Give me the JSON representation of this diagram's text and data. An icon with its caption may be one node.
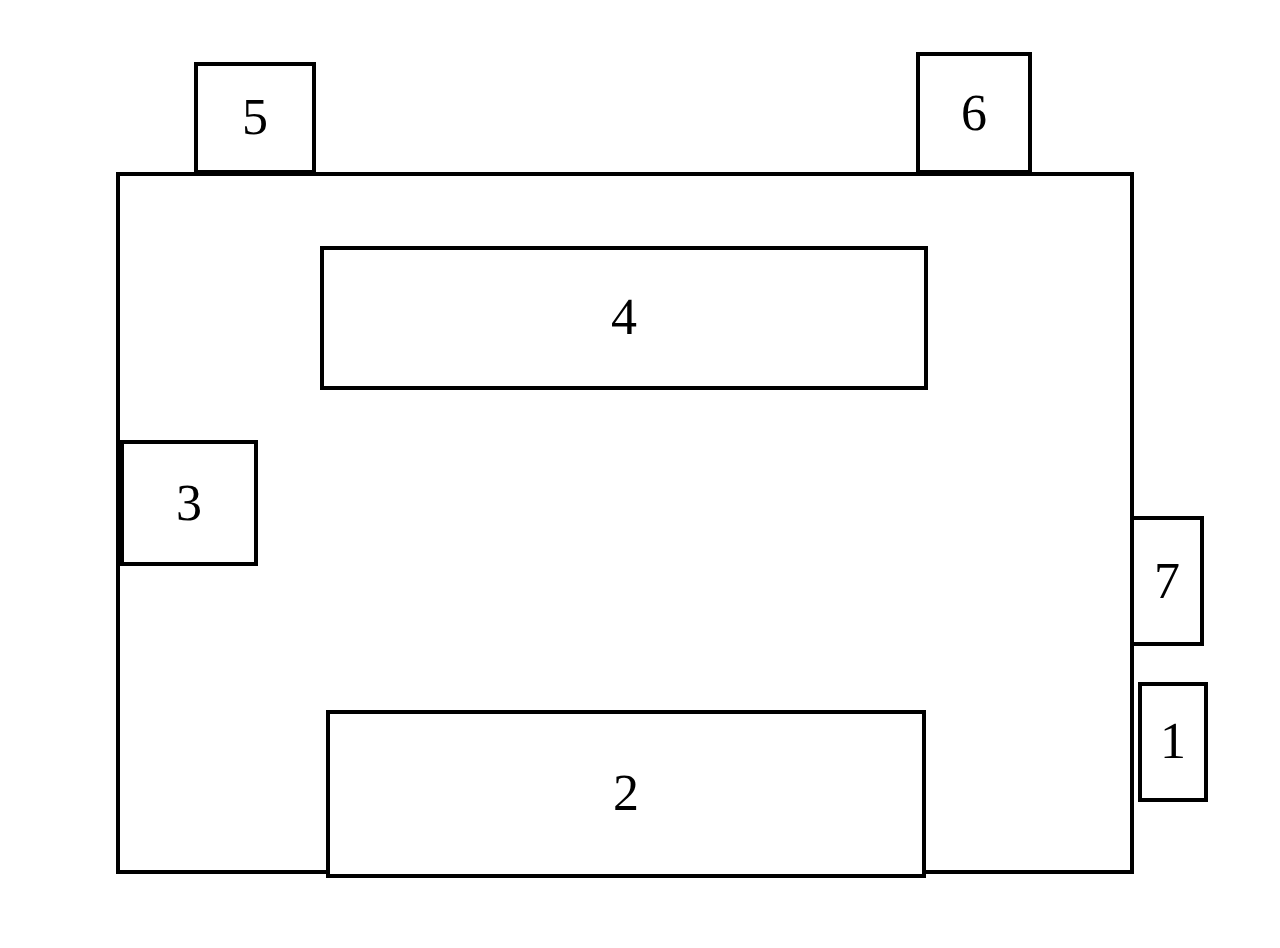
{
  "diagram": {
    "nodes": [
      {
        "text": [],
        "shape": "box"
      },
      {
        "text": [
          "5"
        ]
      },
      {
        "text": [
          "6"
        ]
      },
      {
        "text": [
          "4"
        ],
        "in": 0
      },
      {
        "text": [
          "3"
        ],
        "in": 0
      },
      {
        "text": [
          "7"
        ]
      },
      {
        "text": [
          "1"
        ]
      },
      {
        "text": [
          "2"
        ],
        "in": 0
      }
    ]
  }
}
